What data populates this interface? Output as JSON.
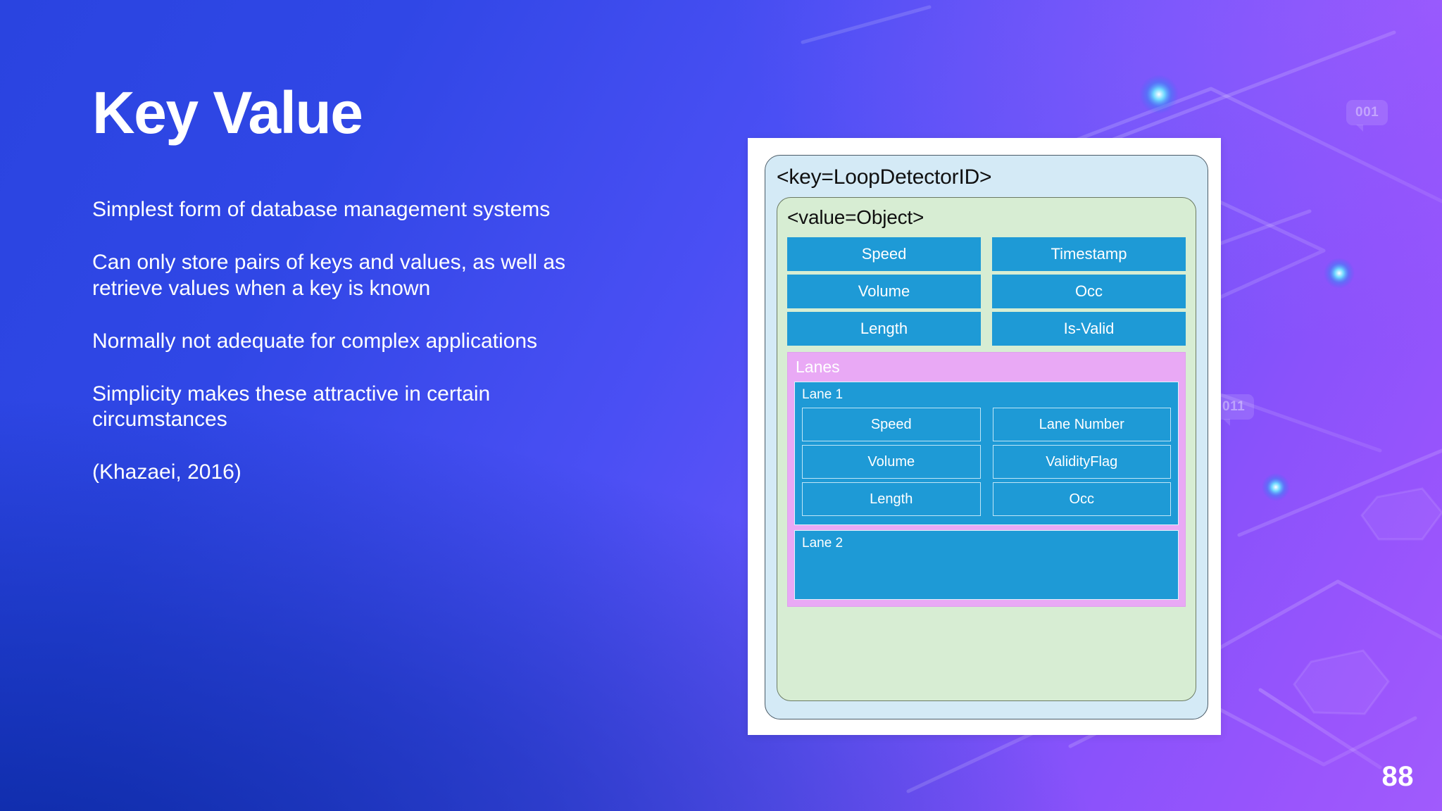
{
  "slide": {
    "title": "Key Value",
    "page_number": "88",
    "background": {
      "gradient_from": "#2a44e0",
      "gradient_mid": "#6a55fa",
      "gradient_to": "#a05bfc",
      "deep_blue": "#1130a5",
      "node_glow": "#35c8ff"
    },
    "body_paragraphs": [
      "Simplest form of database management systems",
      "Can only store pairs of keys and values, as well as retrieve values when a key is known",
      "Normally not adequate for complex applications",
      "Simplicity makes these attractive in certain circumstances",
      "(Khazaei, 2016)"
    ],
    "decorative_badges": [
      {
        "id": "001",
        "label": "001"
      },
      {
        "id": "011",
        "label": "011"
      }
    ]
  },
  "diagram": {
    "colors": {
      "card": "#ffffff",
      "key_panel": "#d4eaf6",
      "value_panel": "#d7edd3",
      "lanes_panel": "#e9a9f5",
      "tile": "#1e9ad6",
      "tile_text": "#ffffff",
      "lane_tile_border": "#bfe6f7"
    },
    "key_label": "<key=LoopDetectorID>",
    "value_label": "<value=Object>",
    "object_fields": [
      "Speed",
      "Timestamp",
      "Volume",
      "Occ",
      "Length",
      "Is-Valid"
    ],
    "lanes_label": "Lanes",
    "lanes": [
      {
        "label": "Lane 1",
        "fields": [
          "Speed",
          "Lane Number",
          "Volume",
          "ValidityFlag",
          "Length",
          "Occ"
        ]
      },
      {
        "label": "Lane 2",
        "fields": []
      }
    ]
  }
}
